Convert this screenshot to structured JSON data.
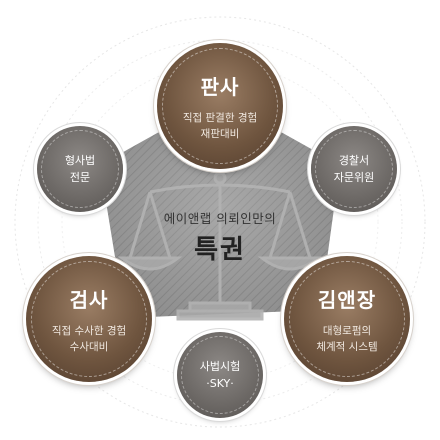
{
  "center": {
    "subtitle": "에이앤랩 의뢰인만의",
    "title": "특권"
  },
  "nodes": {
    "top": {
      "title": "판사",
      "line1": "직접 판결한 경험",
      "line2": "재판대비"
    },
    "left": {
      "title": "검사",
      "line1": "직접 수사한 경험",
      "line2": "수사대비"
    },
    "right": {
      "title": "김앤장",
      "line1": "대형로펌의",
      "line2": "체계적 시스템"
    },
    "upper_left": {
      "line1": "형사법",
      "line2": "전문"
    },
    "upper_right": {
      "line1": "경찰서",
      "line2": "자문위원"
    },
    "bottom": {
      "line1": "사법시험",
      "line2": "·SKY·"
    }
  },
  "colors": {
    "brown": "#6f553f",
    "gray": "#6b6764",
    "pentagon": "#8a8a8a"
  },
  "icons": {
    "center": "scales-of-justice-icon"
  }
}
